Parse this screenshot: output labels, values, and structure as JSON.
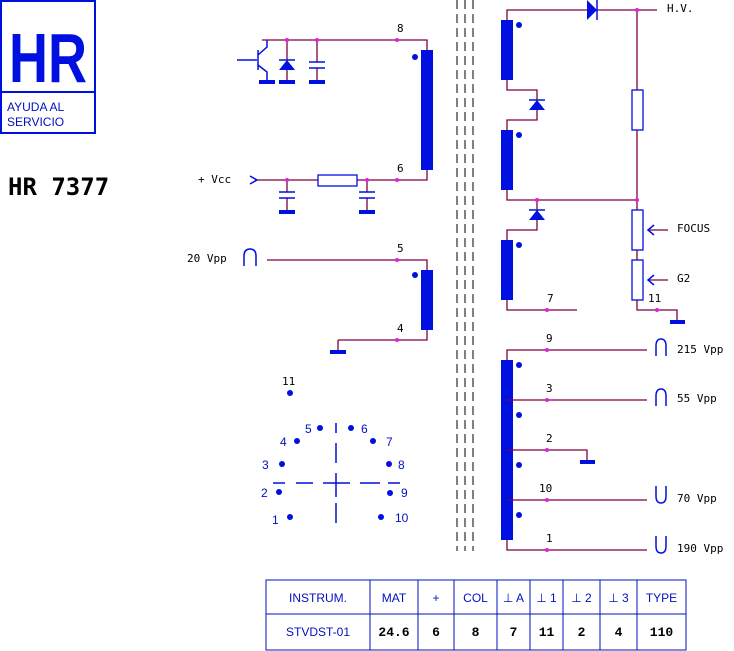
{
  "logo": {
    "letters": "HR",
    "line1": "AYUDA AL",
    "line2": "SERVICIO"
  },
  "model": "HR 7377",
  "primary": {
    "vcc": "+ Vcc",
    "pin8": "8",
    "pin6": "6",
    "pin5": "5",
    "pin4": "4",
    "drive": "20 Vpp"
  },
  "hv": {
    "label": "H.V.",
    "focus": "FOCUS",
    "g2": "G2",
    "pin7": "7",
    "pin11": "11"
  },
  "secondary": {
    "pin9": "9",
    "pin3": "3",
    "pin2": "2",
    "pin10": "10",
    "pin1": "1",
    "v9": "215 Vpp",
    "v3": "55 Vpp",
    "v10": "70 Vpp",
    "v1": "190 Vpp"
  },
  "pinout": [
    "1",
    "2",
    "3",
    "4",
    "5",
    "6",
    "7",
    "8",
    "9",
    "10",
    "11"
  ],
  "table": {
    "headers": [
      "INSTRUM.",
      "MAT",
      "+",
      "COL",
      "⊥ A",
      "⊥ 1",
      "⊥ 2",
      "⊥ 3",
      "TYPE"
    ],
    "values": [
      "STVDST-01",
      "24.6",
      "6",
      "8",
      "7",
      "11",
      "2",
      "4",
      "110"
    ]
  },
  "colors": {
    "wire": "#800040",
    "component": "#0010e0",
    "node": "#e020e0"
  }
}
